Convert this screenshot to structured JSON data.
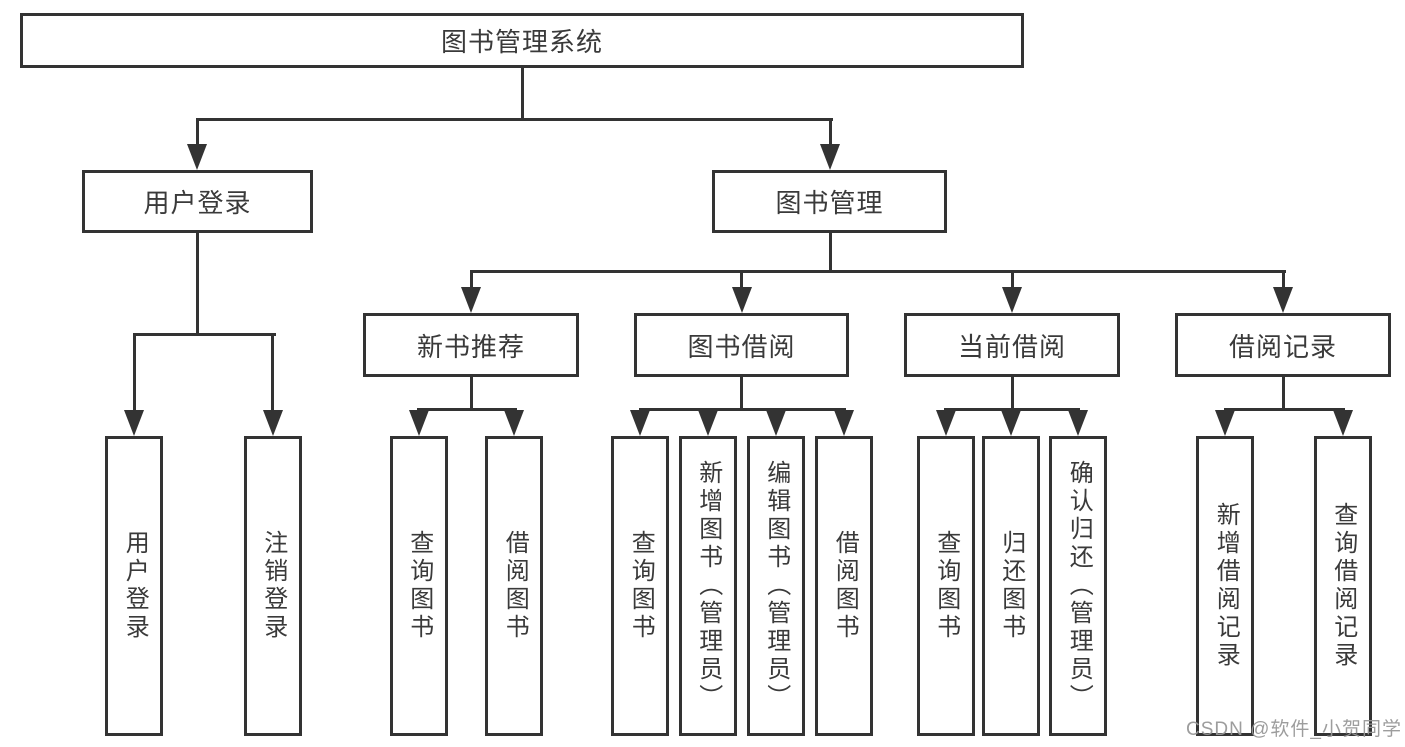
{
  "nodes": {
    "root": "图书管理系统",
    "user_login": "用户登录",
    "book_mgmt": "图书管理",
    "new_book_rec": "新书推荐",
    "book_borrow": "图书借阅",
    "current_borrow": "当前借阅",
    "borrow_records": "借阅记录",
    "leaf_user_login": "用户登录",
    "leaf_logout": "注销登录",
    "leaf_rec_query": "查询图书",
    "leaf_rec_borrow": "借阅图书",
    "leaf_bor_query": "查询图书",
    "leaf_bor_add": "新增图书（管理员）",
    "leaf_bor_edit": "编辑图书（管理员）",
    "leaf_bor_borrow": "借阅图书",
    "leaf_cur_query": "查询图书",
    "leaf_cur_return": "归还图书",
    "leaf_cur_confirm": "确认归还（管理员）",
    "leaf_rcd_add": "新增借阅记录",
    "leaf_rcd_query": "查询借阅记录"
  },
  "structure": {
    "root": [
      "user_login",
      "book_mgmt"
    ],
    "user_login": [
      "leaf_user_login",
      "leaf_logout"
    ],
    "book_mgmt": [
      "new_book_rec",
      "book_borrow",
      "current_borrow",
      "borrow_records"
    ],
    "new_book_rec": [
      "leaf_rec_query",
      "leaf_rec_borrow"
    ],
    "book_borrow": [
      "leaf_bor_query",
      "leaf_bor_add",
      "leaf_bor_edit",
      "leaf_bor_borrow"
    ],
    "current_borrow": [
      "leaf_cur_query",
      "leaf_cur_return",
      "leaf_cur_confirm"
    ],
    "borrow_records": [
      "leaf_rcd_add",
      "leaf_rcd_query"
    ]
  },
  "watermark": {
    "text": "CSDN @软件_小贺同学"
  },
  "colors": {
    "line": "#333333",
    "text": "#3a3a3a",
    "watermark": "#989898",
    "background": "#ffffff"
  }
}
